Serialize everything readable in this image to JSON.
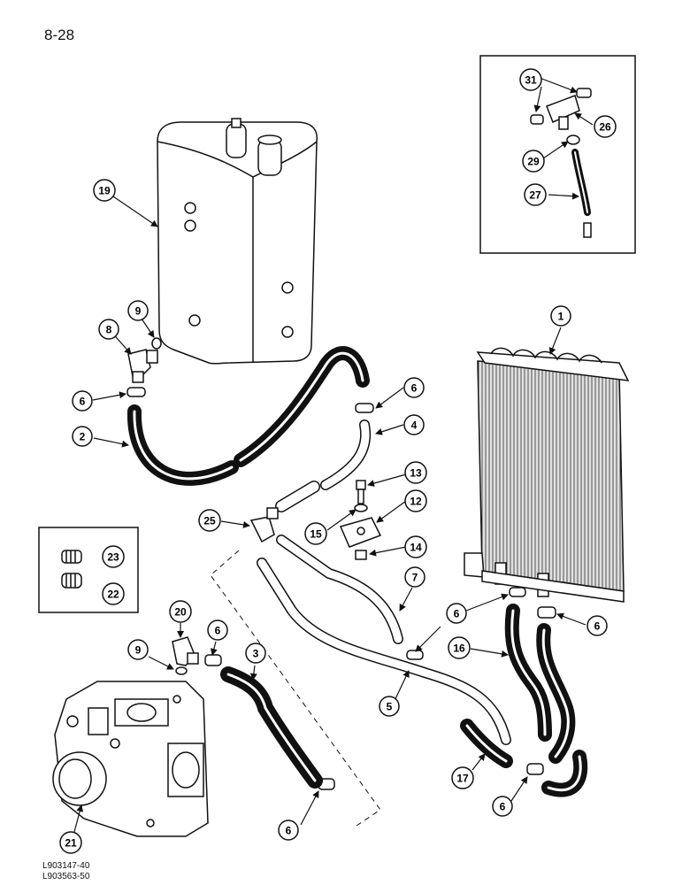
{
  "page_number": "8-28",
  "drawing_codes": [
    "L903147-40",
    "L903563-50"
  ],
  "callouts": {
    "c1": "1",
    "c2": "2",
    "c3": "3",
    "c4": "4",
    "c5": "5",
    "c6a": "6",
    "c6b": "6",
    "c6c": "6",
    "c6d": "6",
    "c6e": "6",
    "c6f": "6",
    "c6g": "6",
    "c7": "7",
    "c8": "8",
    "c9a": "9",
    "c9b": "9",
    "c12": "12",
    "c13": "13",
    "c14": "14",
    "c15": "15",
    "c16": "16",
    "c17": "17",
    "c19": "19",
    "c20": "20",
    "c21": "21",
    "c22": "22",
    "c23": "23",
    "c25": "25",
    "c26": "26",
    "c27": "27",
    "c29": "29",
    "c31": "31"
  }
}
